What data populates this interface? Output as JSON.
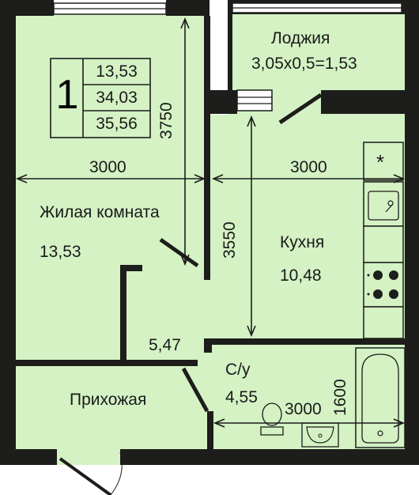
{
  "summary": {
    "rooms_count": "1",
    "living_area": "13,53",
    "total_area": "34,03",
    "total_area_with_loggia": "35,56"
  },
  "rooms": {
    "living_room": {
      "name": "Жилая комната",
      "area": "13,53"
    },
    "kitchen": {
      "name": "Кухня",
      "area": "10,48"
    },
    "loggia": {
      "name": "Лоджия",
      "formula": "3,05х0,5=1,53"
    },
    "hallway": {
      "name": "Прихожая",
      "area": "5,47"
    },
    "bathroom": {
      "name": "С/у",
      "area": "4,55"
    }
  },
  "dimensions": {
    "living_width": "3000",
    "living_length": "3750",
    "kitchen_width": "3000",
    "kitchen_length": "3550",
    "bath_width": "3000",
    "bath_length": "1600"
  },
  "fixtures": {
    "fridge_symbol": "*"
  },
  "colors": {
    "floor": "#d4f2c4",
    "wall": "#1d1d1b",
    "line": "#1a1a1a",
    "outside": "#ffffff"
  }
}
